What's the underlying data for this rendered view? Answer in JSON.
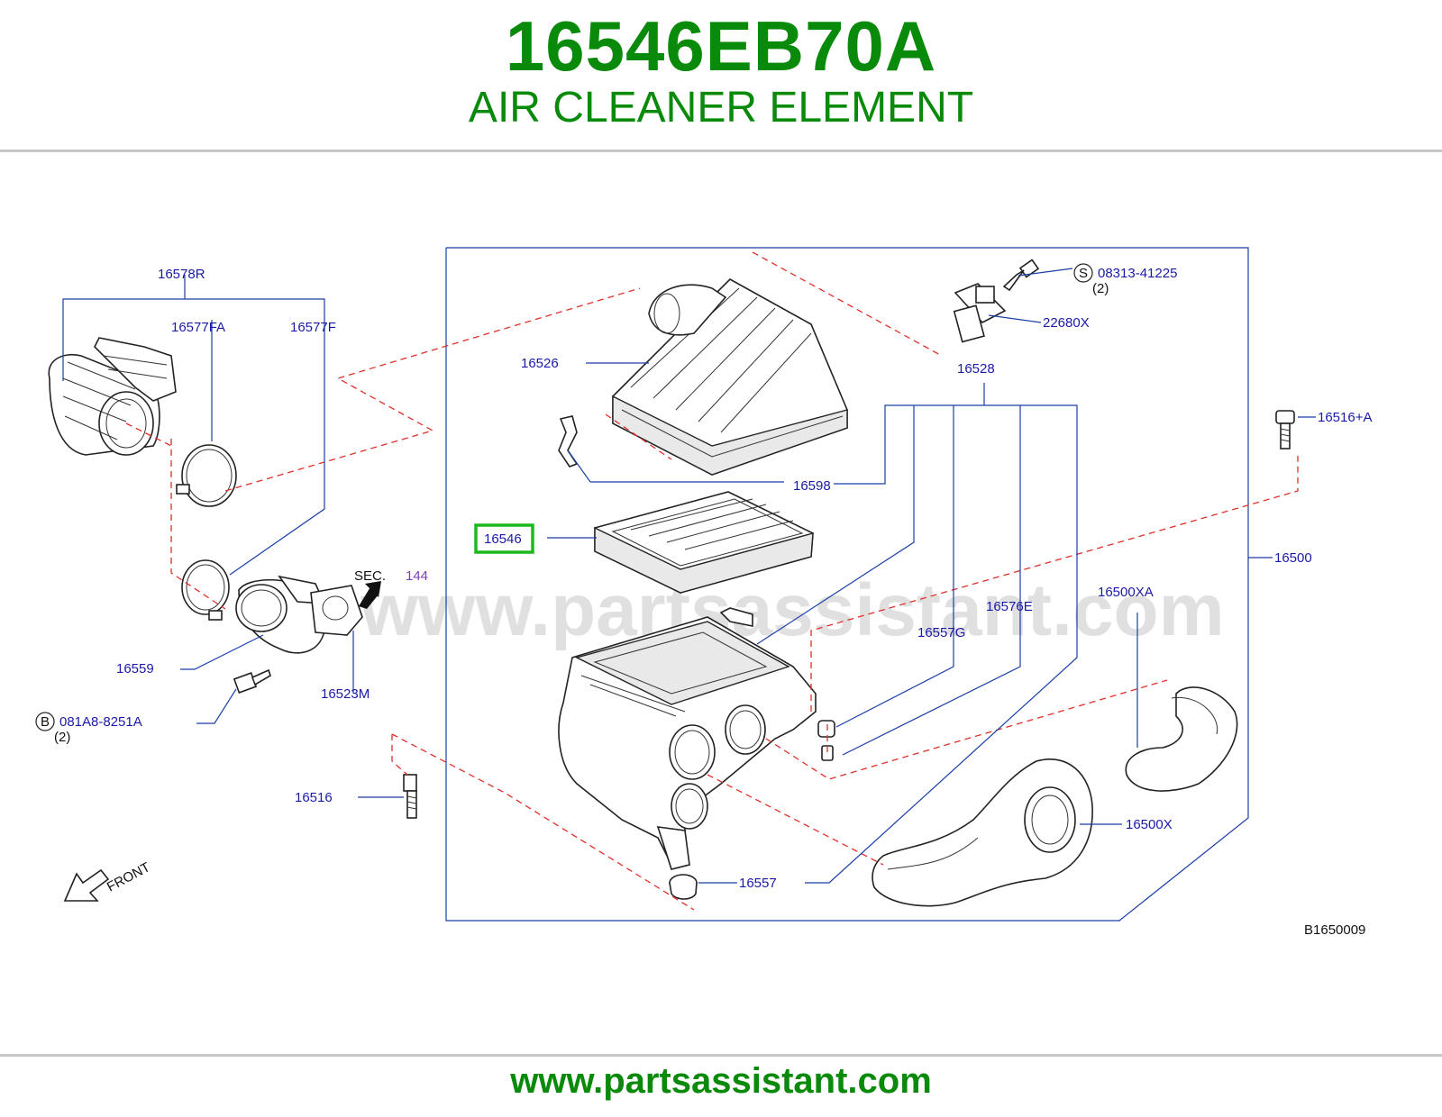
{
  "header": {
    "part_number": "16546EB70A",
    "part_name": "AIR CLEANER ELEMENT"
  },
  "diagram": {
    "watermark": "www.partsassistant.com",
    "diagram_code": "B1650009",
    "front_label": "FRONT",
    "sec_label": "SEC.",
    "sec_number": "144",
    "callouts": {
      "c16578R": "16578R",
      "c16577FA": "16577FA",
      "c16577F": "16577F",
      "c16559": "16559",
      "c16523M": "16523M",
      "c081A8": "081A8-8251A",
      "c081A8_qty": "(2)",
      "c081A8_prefix": "B",
      "c16516": "16516",
      "c16526": "16526",
      "c16598": "16598",
      "c16546": "16546",
      "c16528": "16528",
      "c08313": "08313-41225",
      "c08313_qty": "(2)",
      "c08313_prefix": "S",
      "c22680X": "22680X",
      "c16516A": "16516+A",
      "c16500": "16500",
      "c16500XA": "16500XA",
      "c16576E": "16576E",
      "c16557G": "16557G",
      "c16500X": "16500X",
      "c16557": "16557"
    },
    "highlight_color": "#1db81d"
  },
  "footer": {
    "url": "www.partsassistant.com"
  }
}
